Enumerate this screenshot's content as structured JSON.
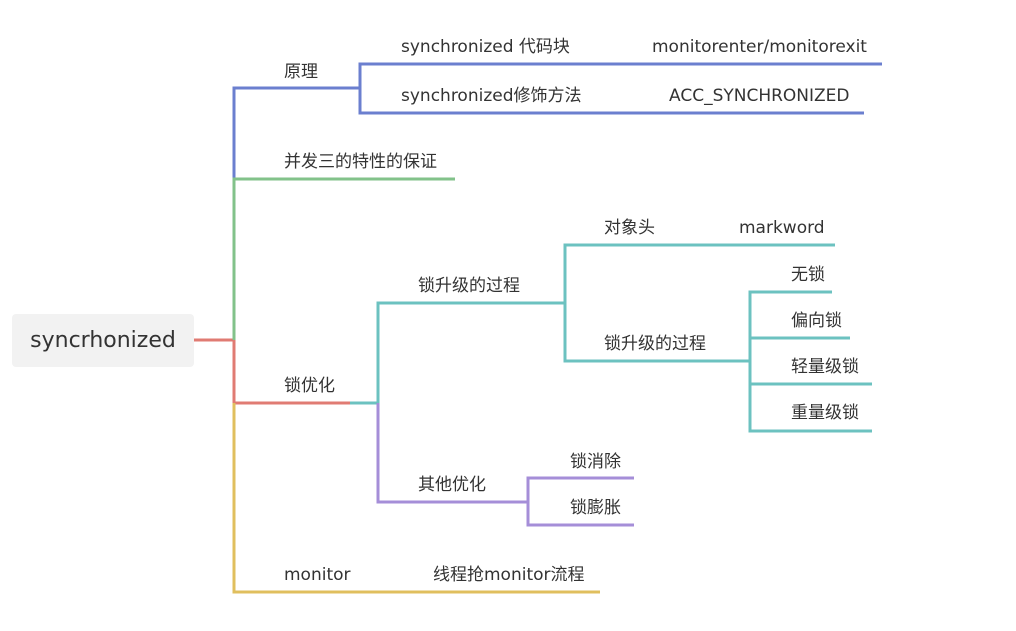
{
  "colors": {
    "root_link": "#e07b73",
    "blue": "#6b7fcf",
    "green": "#82c28a",
    "teal": "#6cc2c0",
    "purple": "#a58ed8",
    "yellow": "#e0bf5e"
  },
  "root": {
    "label": "syncrhonized"
  },
  "branches": {
    "principle": {
      "label": "原理",
      "children": [
        {
          "label": "synchronized 代码块",
          "leaf": "monitorenter/monitorexit"
        },
        {
          "label": "synchronized修饰方法",
          "leaf": "ACC_SYNCHRONIZED"
        }
      ]
    },
    "concurrency": {
      "label": "并发三的特性的保证"
    },
    "lock_optimization": {
      "label": "锁优化",
      "upgrade": {
        "label": "锁升级的过程",
        "object_header": {
          "label": "对象头",
          "leaf": "markword"
        },
        "process": {
          "label": "锁升级的过程",
          "states": [
            "无锁",
            "偏向锁",
            "轻量级锁",
            "重量级锁"
          ]
        }
      },
      "other": {
        "label": "其他优化",
        "items": [
          "锁消除",
          "锁膨胀"
        ]
      }
    },
    "monitor": {
      "label": "monitor",
      "leaf": "线程抢monitor流程"
    }
  }
}
